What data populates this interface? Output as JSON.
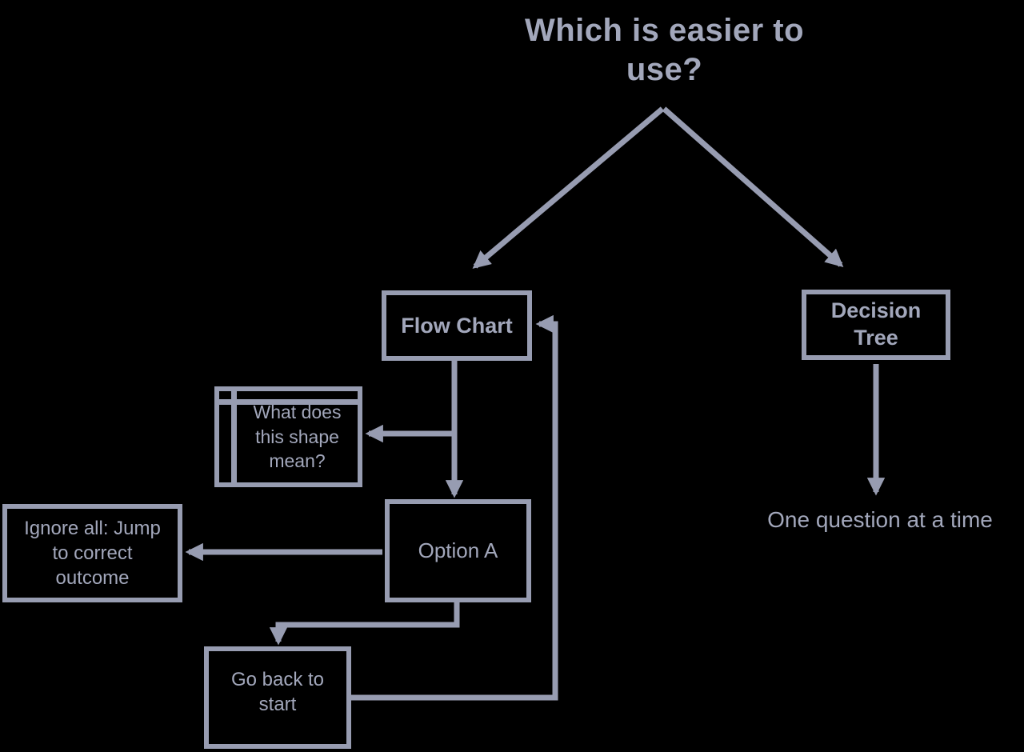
{
  "diagram": {
    "title": "Which is easier to use?",
    "colors": {
      "background": "#000000",
      "stroke": "#979CB1",
      "text": "#A2A7BB"
    },
    "nodes": {
      "flow_chart": {
        "label": "Flow Chart"
      },
      "decision_tree": {
        "label": "Decision Tree"
      },
      "shape_question": {
        "label": "What does this shape mean?"
      },
      "option_a": {
        "label": "Option A"
      },
      "ignore_all": {
        "label": "Ignore all: Jump to correct outcome"
      },
      "go_back": {
        "label": "Go back to start"
      }
    },
    "annotations": {
      "decision_tree_result": {
        "label": "One question at a time"
      }
    }
  }
}
